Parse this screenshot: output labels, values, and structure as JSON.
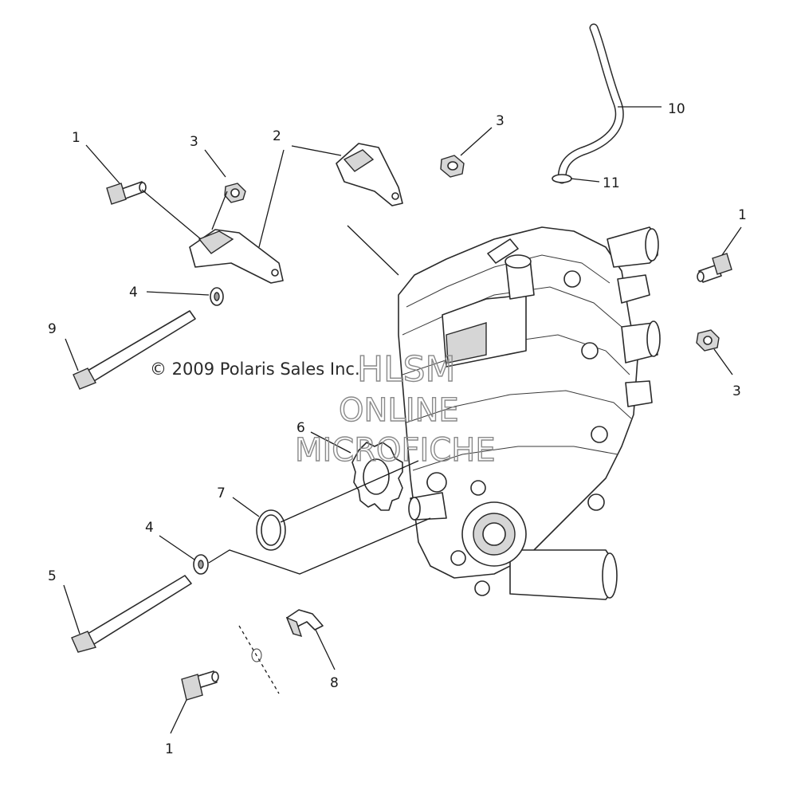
{
  "copyright": "© 2009 Polaris Sales Inc.",
  "watermark": {
    "line1": "HLSM",
    "line2": "ONLINE",
    "line3": "MICROFICHE"
  },
  "callouts": [
    {
      "id": "c1a",
      "label": "1"
    },
    {
      "id": "c3a",
      "label": "3"
    },
    {
      "id": "c2",
      "label": "2"
    },
    {
      "id": "c3b",
      "label": "3"
    },
    {
      "id": "c10",
      "label": "10"
    },
    {
      "id": "c11",
      "label": "11"
    },
    {
      "id": "c1b",
      "label": "1"
    },
    {
      "id": "c4a",
      "label": "4"
    },
    {
      "id": "c9",
      "label": "9"
    },
    {
      "id": "c3c",
      "label": "3"
    },
    {
      "id": "c6",
      "label": "6"
    },
    {
      "id": "c7",
      "label": "7"
    },
    {
      "id": "c4b",
      "label": "4"
    },
    {
      "id": "c5",
      "label": "5"
    },
    {
      "id": "c8",
      "label": "8"
    },
    {
      "id": "c1c",
      "label": "1"
    }
  ]
}
